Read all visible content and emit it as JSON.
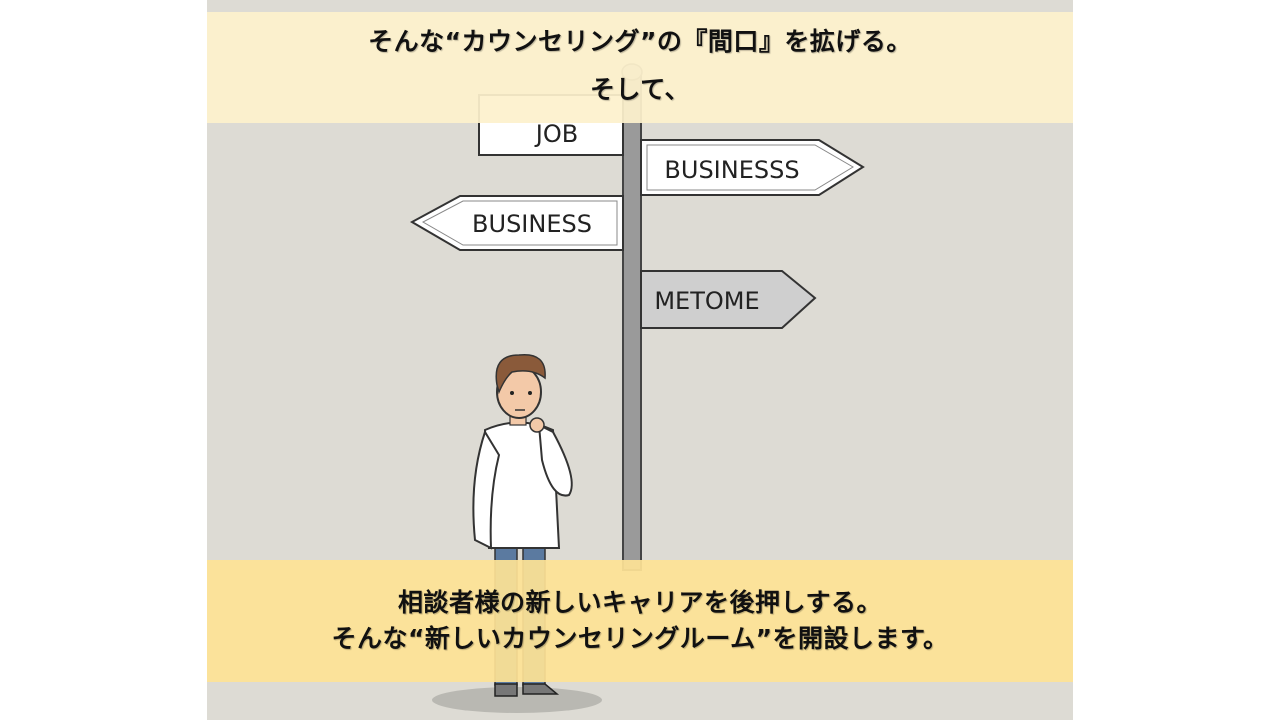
{
  "slide": {
    "top_caption": {
      "line1": "そんな“カウンセリング”の『間口』を拡げる。",
      "line2": "そして、"
    },
    "bottom_caption": {
      "line1": "相談者様の新しいキャリアを後押しする。",
      "line2": "そんな“新しいカウンセリングルーム”を開設します。"
    },
    "illustration": {
      "signs": [
        {
          "label": "JOB",
          "direction": "left"
        },
        {
          "label": "BUSINESSS",
          "direction": "right"
        },
        {
          "label": "BUSINESS",
          "direction": "left"
        },
        {
          "label": "METOME",
          "direction": "right"
        }
      ],
      "figure": "man-thinking"
    },
    "colors": {
      "background": "#dddbd4",
      "top_band": "#fdf1cc",
      "bottom_band": "#fde296"
    }
  }
}
